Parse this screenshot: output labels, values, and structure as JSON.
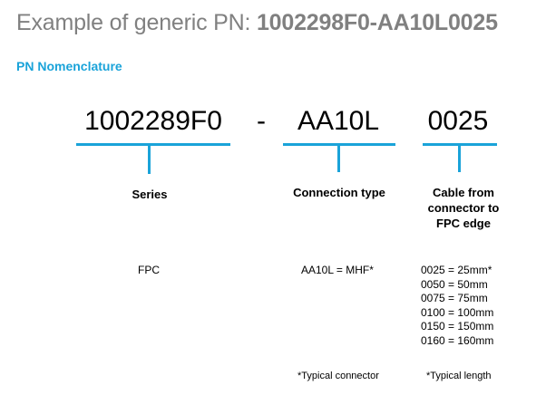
{
  "header": {
    "title_prefix": "Example of generic PN: ",
    "title_pn": "1002298F0-AA10L0025",
    "subtitle": "PN Nomenclature"
  },
  "nomenclature": {
    "series": {
      "code": "1002289F0",
      "label": "Series",
      "description": "FPC"
    },
    "separator": "-",
    "connection_type": {
      "code": "AA10L",
      "label": "Connection type",
      "description": "AA10L = MHF*",
      "note": "*Typical connector"
    },
    "cable_length": {
      "code": "0025",
      "label": "Cable from connector to FPC edge",
      "options": [
        "0025 = 25mm*",
        "0050 = 50mm",
        "0075 = 75mm",
        "0100 = 100mm",
        "0150 = 150mm",
        "0160 = 160mm"
      ],
      "note": "*Typical length"
    }
  },
  "colors": {
    "accent": "#1aa3d9",
    "title_gray": "#808080"
  }
}
